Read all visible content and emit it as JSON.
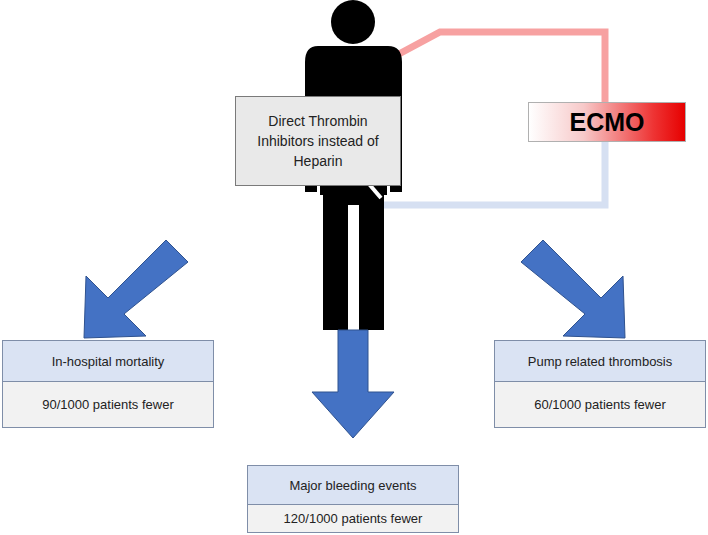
{
  "diagram": {
    "nodes": [
      {
        "text": [
          "Direct Thrombin Inhibitors instead of Heparin"
        ]
      },
      {
        "text": [
          "ECMO"
        ]
      },
      {
        "text": [
          "In-hospital mortality",
          "90/1000 patients fewer"
        ]
      },
      {
        "text": [
          "Major bleeding events",
          "120/1000 patients fewer"
        ]
      },
      {
        "text": [
          "Pump related thrombosis",
          "60/1000 patients fewer"
        ]
      }
    ]
  }
}
